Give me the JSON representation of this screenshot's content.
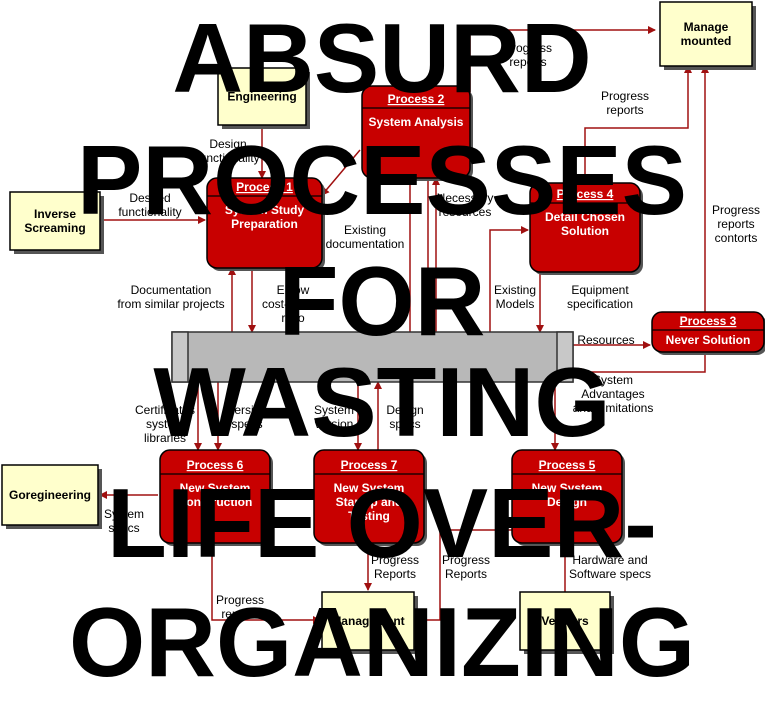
{
  "diagram": {
    "processes": [
      {
        "id": "p1",
        "number": "Process 1",
        "name": [
          "System Study",
          "Preparation"
        ]
      },
      {
        "id": "p2",
        "number": "Process 2",
        "name": [
          "System Analysis"
        ]
      },
      {
        "id": "p3",
        "number": "Process 3",
        "name": [
          "Never Solution"
        ]
      },
      {
        "id": "p4",
        "number": "Process 4",
        "name": [
          "Detail Chosen",
          "Solution"
        ]
      },
      {
        "id": "p5",
        "number": "Process 5",
        "name": [
          "New System",
          "Design"
        ]
      },
      {
        "id": "p6",
        "number": "Process 6",
        "name": [
          "New System",
          "Construction"
        ]
      },
      {
        "id": "p7",
        "number": "Process 7",
        "name": [
          "New System",
          "Startup and",
          "Testing"
        ]
      }
    ],
    "entities": [
      {
        "id": "engineering",
        "name": [
          "Engineering"
        ]
      },
      {
        "id": "manage_mounted",
        "name": [
          "Manage",
          "mounted"
        ]
      },
      {
        "id": "inverse_screaming",
        "name": [
          "Inverse",
          "Screaming"
        ]
      },
      {
        "id": "goregineering",
        "name": [
          "Goregineering"
        ]
      },
      {
        "id": "management",
        "name": [
          "Management"
        ]
      },
      {
        "id": "vendors",
        "name": [
          "Vendors"
        ]
      }
    ],
    "flow_labels": [
      {
        "id": "f1",
        "lines": [
          "Progress",
          "reports"
        ]
      },
      {
        "id": "f2",
        "lines": [
          "Progress",
          "reports"
        ]
      },
      {
        "id": "f3",
        "lines": [
          "Design",
          "functionality"
        ]
      },
      {
        "id": "f4",
        "lines": [
          "Desired",
          "functionality"
        ]
      },
      {
        "id": "f5",
        "lines": [
          "Necessary",
          "resources"
        ]
      },
      {
        "id": "f6",
        "lines": [
          "Existing",
          "documentation"
        ]
      },
      {
        "id": "f7",
        "lines": [
          "Progress",
          "reports",
          "contorts"
        ]
      },
      {
        "id": "f8",
        "lines": [
          "Documentation",
          "from similar projects"
        ]
      },
      {
        "id": "f9",
        "lines": [
          "Elbow",
          "cost-benefit",
          "ratio"
        ]
      },
      {
        "id": "f10",
        "lines": [
          "Existing",
          "Models"
        ]
      },
      {
        "id": "f11",
        "lines": [
          "Equipment",
          "specification"
        ]
      },
      {
        "id": "f12",
        "lines": [
          "Resources"
        ]
      },
      {
        "id": "f13",
        "lines": [
          "System",
          "Advantages",
          "and Limitations"
        ]
      },
      {
        "id": "f14",
        "lines": [
          "Certificates",
          "system",
          "libraries"
        ]
      },
      {
        "id": "f15",
        "lines": [
          "Version",
          "specs"
        ]
      },
      {
        "id": "f16",
        "lines": [
          "System",
          "version"
        ]
      },
      {
        "id": "f17",
        "lines": [
          "Design",
          "specs"
        ]
      },
      {
        "id": "f18",
        "lines": [
          "System",
          "specs"
        ]
      },
      {
        "id": "f19",
        "lines": [
          "Progress",
          "reports"
        ]
      },
      {
        "id": "f20",
        "lines": [
          "Progress",
          "Reports"
        ]
      },
      {
        "id": "f21",
        "lines": [
          "Progress",
          "Reports"
        ]
      },
      {
        "id": "f22",
        "lines": [
          "Hardware and",
          "Software specs"
        ]
      }
    ]
  },
  "meme": {
    "lines": [
      "ABSURD",
      "PROCESSES",
      "FOR",
      "WASTING",
      "LIFE OVER-",
      "ORGANIZING"
    ]
  },
  "colors": {
    "process_fill": "#c80000",
    "entity_fill": "#ffffcc",
    "flow_line": "#a01010",
    "datastore_fill": "#b8b8b8"
  }
}
